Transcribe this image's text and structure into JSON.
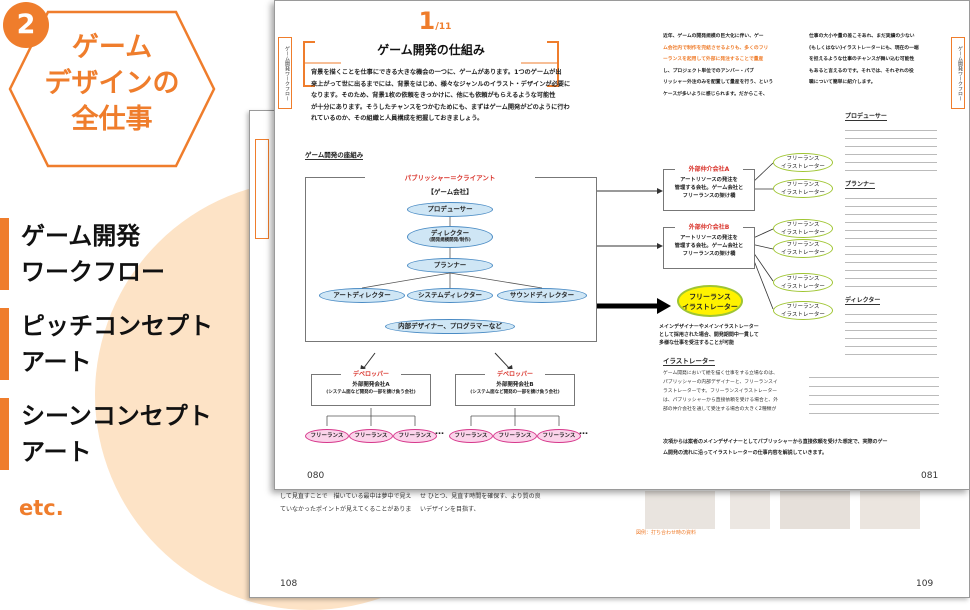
{
  "badge": "2",
  "hex_title": [
    "ゲーム",
    "デザインの",
    "全仕事"
  ],
  "menu": [
    {
      "lines": [
        "ゲーム開発",
        "ワークフロー"
      ]
    },
    {
      "lines": [
        "ピッチコンセプト",
        "アート"
      ]
    },
    {
      "lines": [
        "シーンコンセプト",
        "アート"
      ]
    }
  ],
  "etc": "etc.",
  "back_page": {
    "left_num": "108",
    "right_num": "109",
    "text1": "して見直すことで　描いている最中は夢中で見え",
    "text2": "ていなかったポイントが見えてくることがありま",
    "text3": "せ ひとつ、見直す時間を確保す、より質の良",
    "text4": "いデザインを目指す、",
    "caption": "図例：打ち合わせ時の資料"
  },
  "front": {
    "chapter_num": "1",
    "chapter_total": "11",
    "title": "ゲーム開発の仕組み",
    "intro": [
      "背景を描くことを仕事にできる大きな機会の一つに、ゲームがあります。1つのゲームが出",
      "来上がって世に出るまでには、背景をはじめ、様々なジャンルのイラスト・デザインが必要に",
      "なります。そのため、背景1枚の依頼をきっかけに、他にも依頼がもらえるような可能性",
      "が十分にあります。そうしたチャンスをつかむためにも、まずはゲーム開発がどのように行わ",
      "れているのか、その組織と人員構成を把握しておきましょう。"
    ],
    "diagram_label": "ゲーム開発の座組み",
    "publisher": "パブリッシャー＝クライアント",
    "publisher_sub": "【ゲーム会社】",
    "producer": "プロデューサー",
    "director": "ディレクター",
    "director_sub": "(開発規模開発/制作)",
    "planner": "プランナー",
    "art_director": "アートディレクター",
    "system_director": "システムディレクター",
    "sound_director": "サウンドディレクター",
    "internal": "内部デザイナー、プログラマーなど",
    "developer": "デベロッパー",
    "devA": "外部開発会社A",
    "devA_sub": "(システム面など開発の一部を請け負う会社)",
    "devB": "外部開発会社B",
    "devB_sub": "(システム面など開発の一部を請け負う会社)",
    "freelance": "フリーランス",
    "ellipsis": "…",
    "agentA": "外部仲介会社A",
    "agentB": "外部仲介会社B",
    "agent_desc": [
      "アートリソースの発注を",
      "管理する会社。ゲーム会社と",
      "フリーランスの架け橋"
    ],
    "fl_illustrator": [
      "フリーランス",
      "イラストレーター"
    ],
    "big_target": [
      "フリーランス",
      "イラストレーター"
    ],
    "main_designer_note": [
      "メインデザイナーやメインイラストレーター",
      "として採用された場合、開発期間中一貫して",
      "多様な仕事を受注することが可能"
    ],
    "illustrator_head": "イラストレーター",
    "illustrator_text": [
      "ゲーム開発において絵を描く仕事をする立場なのは、",
      "パブリッシャーの内部デザイナーと、フリーランスイ",
      "ラストレーターです。フリーランスイラストレーター",
      "は、パブリッシャーから直接依頼を受ける場合と、外",
      "部の仲介会社を通して受注する場合の大きく2種類が"
    ],
    "right_col": [
      "近年、ゲームの開発規模の巨大化に伴い、ゲー",
      "ム会社内で制作を完結させるよりも、多くのフリ",
      "ーランスを起用して外部に発注することで量産",
      "し、プロジェクト単位でのアンバー・パブ",
      "リッシャー外注のみを配置して量産を行う、という",
      "ケースが多いように感じられます。だからこそ、"
    ],
    "right_col2": [
      "仕事の大小や量の差こそあれ、まだ実績の少ない",
      "(もしくはない)イラストレーターにも、現在の一端",
      "を担えるような仕事のチャンスが舞い込む可能性",
      "もあると言えるのです。それでは、それぞれの役",
      "職について簡単に紹介します。"
    ],
    "producer_head": "プロデューサー",
    "planner_head": "プランナー",
    "director_head": "ディレクター",
    "bottom_note": [
      "次項からは案者のメインデザイナーとしてパブリッシャーから直接依頼を受けた想定で、実際のゲー",
      "ム開発の流れに沿ってイラストレーターの仕事内容を解説していきます。"
    ],
    "left_num": "080",
    "right_num": "081",
    "side_tab": "ゲーム開発ワークフロー"
  },
  "colors": {
    "accent": "#ef7d2c",
    "blob": "#fde3c6"
  }
}
